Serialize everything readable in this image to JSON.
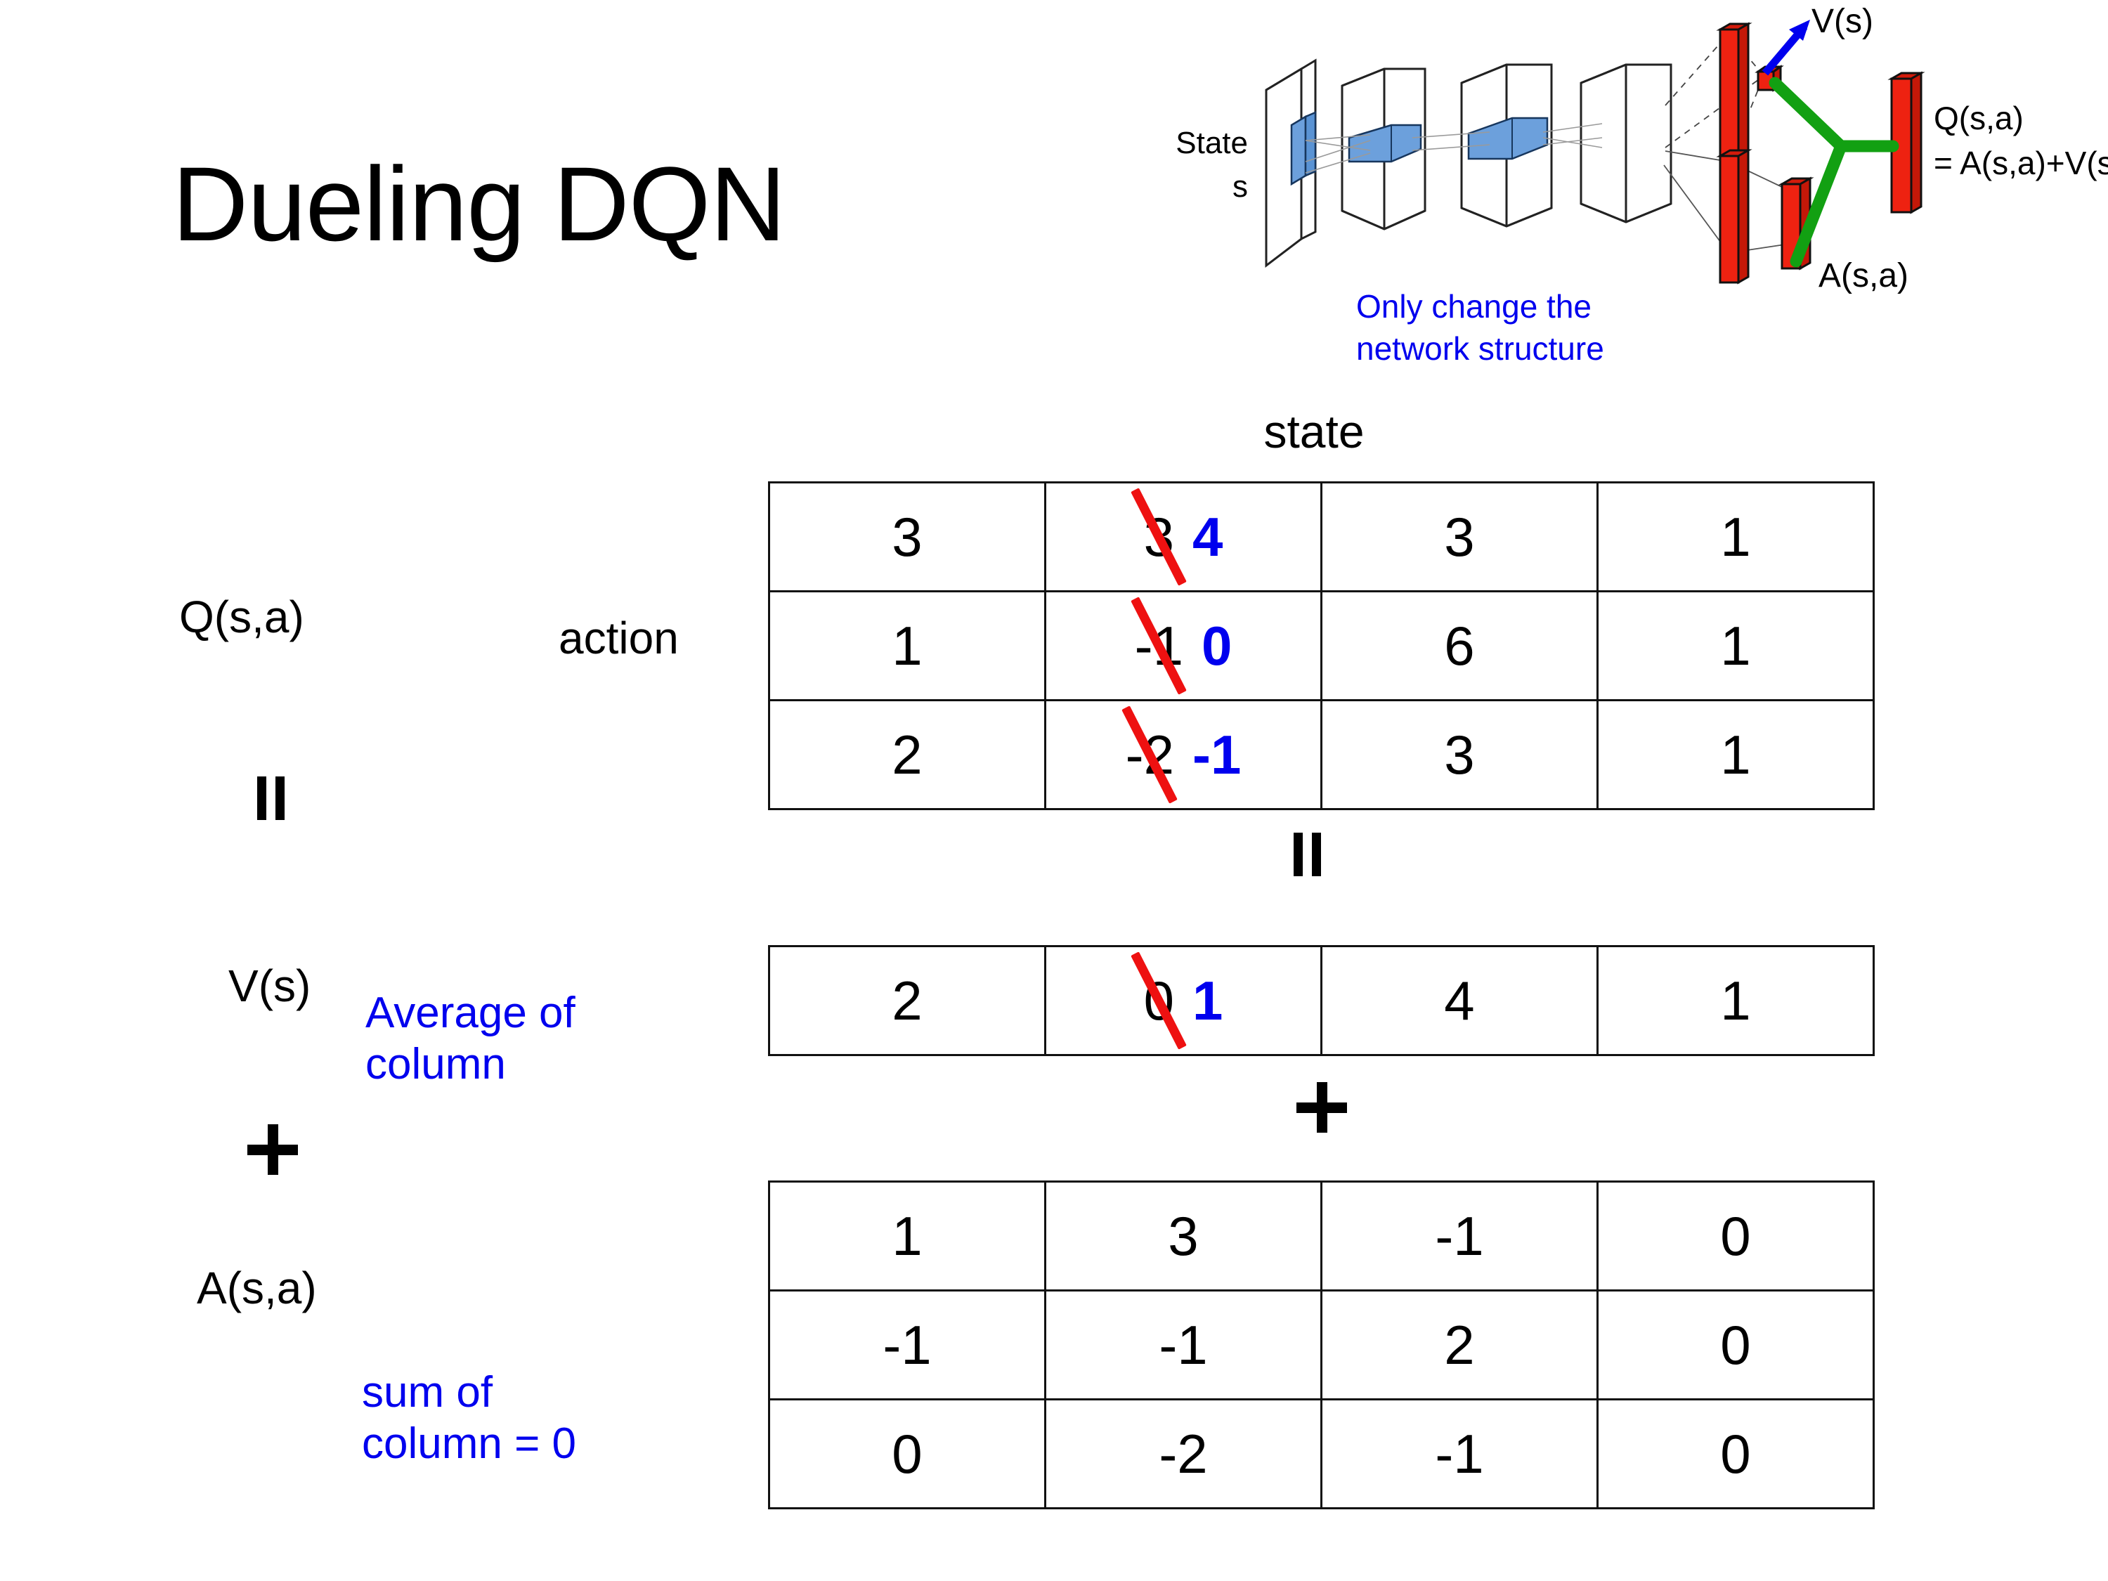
{
  "slide": {
    "title": "Dueling DQN"
  },
  "diagram": {
    "input_label_line1": "State",
    "input_label_line2": "s",
    "note": "Only change the\nnetwork structure",
    "note_line1": "Only change the",
    "note_line2": "network structure",
    "value_label": "V(s)",
    "advantage_label": "A(s,a)",
    "output_label_line1": "Q(s,a)",
    "output_label_line2": "= A(s,a)+V(s)",
    "colors": {
      "note": "#0000ee",
      "value_arrow": "#0000ee",
      "bars": "#ee2211",
      "merge": "#12a012",
      "layer_fill": "#6ca0dc"
    }
  },
  "labels": {
    "state": "state",
    "action": "action",
    "q": "Q(s,a)",
    "v": "V(s)",
    "a": "A(s,a)",
    "equals": "=",
    "plus": "+"
  },
  "notes": {
    "average_of_column_line1": "Average of",
    "average_of_column_line2": "column",
    "sum_of_column_line1": "sum of",
    "sum_of_column_line2": "column = 0",
    "color": "#0000ee"
  },
  "chart_data": {
    "type": "table",
    "title": "Dueling DQN",
    "xlabel": "state",
    "ylabel": "action",
    "tables": [
      {
        "name": "Q(s,a)",
        "rows": [
          [
            "3",
            "3",
            "3",
            "1"
          ],
          [
            "1",
            "-1",
            "6",
            "1"
          ],
          [
            "2",
            "-2",
            "3",
            "1"
          ]
        ],
        "edits": [
          {
            "row": 0,
            "col": 1,
            "old": "3",
            "new": "4"
          },
          {
            "row": 1,
            "col": 1,
            "old": "-1",
            "new": "0"
          },
          {
            "row": 2,
            "col": 1,
            "old": "-2",
            "new": "-1"
          }
        ]
      },
      {
        "name": "V(s)",
        "rows": [
          [
            "2",
            "0",
            "4",
            "1"
          ]
        ],
        "edits": [
          {
            "row": 0,
            "col": 1,
            "old": "0",
            "new": "1"
          }
        ]
      },
      {
        "name": "A(s,a)",
        "rows": [
          [
            "1",
            "3",
            "-1",
            "0"
          ],
          [
            "-1",
            "-1",
            "2",
            "0"
          ],
          [
            "0",
            "-2",
            "-1",
            "0"
          ]
        ],
        "edits": []
      }
    ],
    "relations": [
      "Q(s,a) = V(s) + A(s,a)"
    ],
    "annotations": [
      "Average of column",
      "sum of column = 0",
      "Only change the network structure"
    ],
    "colors": {
      "strike": "#ee1111",
      "corrected": "#0000ee",
      "text": "#000000"
    }
  }
}
